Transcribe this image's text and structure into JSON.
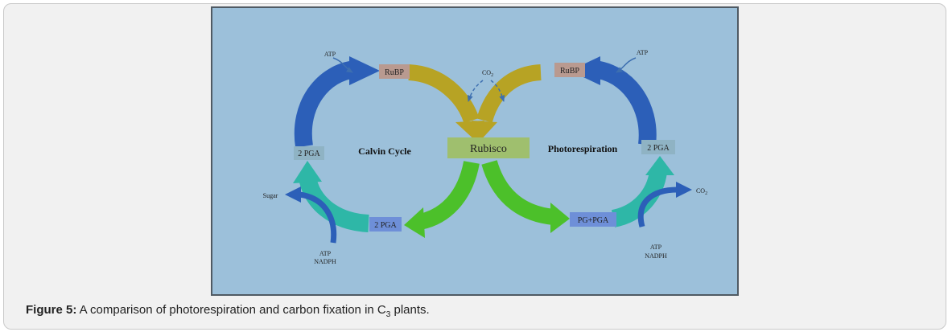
{
  "diagram": {
    "center": "Rubisco",
    "left_cycle": {
      "title": "Calvin Cycle",
      "rubp": "RuBP",
      "pga_left": "2 PGA",
      "pga_bottom": "2 PGA",
      "atp": "ATP",
      "sugar": "Sugar",
      "atp_bottom": "ATP",
      "nadph": "NADPH"
    },
    "right_cycle": {
      "title": "Photorespiration",
      "rubp": "RuBP",
      "pga_right": "2 PGA",
      "pg_pga": "PG+PGA",
      "atp": "ATP",
      "co2_out_base": "CO",
      "co2_out_sub": "2",
      "atp_bottom": "ATP",
      "nadph": "NADPH"
    },
    "co2_in_base": "CO",
    "co2_in_sub": "2"
  },
  "caption": {
    "label": "Figure 5:",
    "text_before": " A comparison of photorespiration and carbon fixation in C",
    "sub": "3",
    "text_after": " plants."
  },
  "colors": {
    "background": "#9cc0da",
    "arrow_blue": "#2c5fb8",
    "arrow_olive": "#b7a324",
    "arrow_green": "#4cc02a",
    "arrow_teal": "#2eb7a7",
    "rubisco_box": "#9fbf6e",
    "rubp_box": "#b99a90",
    "pga_box": "#8fb3c4"
  }
}
